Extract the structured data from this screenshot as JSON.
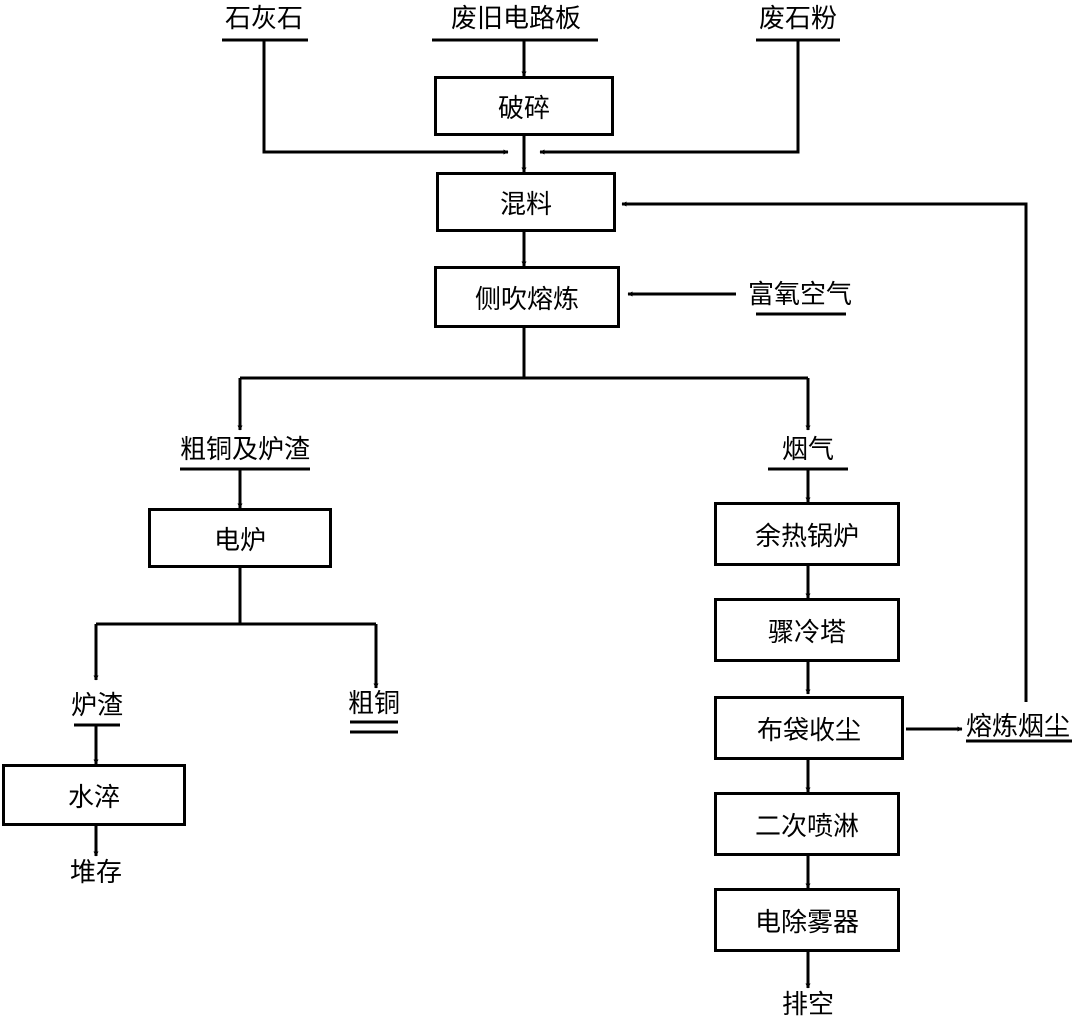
{
  "inputs": {
    "limestone": "石灰石",
    "waste_pcb": "废旧电路板",
    "waste_stone_powder": "废石粉",
    "oxygen_air": "富氧空气"
  },
  "process": {
    "crushing": "破碎",
    "mixing": "混料",
    "side_blow_smelting": "侧吹熔炼",
    "electric_furnace": "电炉",
    "water_quench": "水淬",
    "waste_heat_boiler": "余热锅炉",
    "quench_tower": "骤冷塔",
    "bag_dust": "布袋收尘",
    "secondary_spray": "二次喷淋",
    "electric_demister": "电除雾器"
  },
  "products": {
    "crude_copper_slag": "粗铜及炉渣",
    "flue_gas": "烟气",
    "slag": "炉渣",
    "crude_copper": "粗铜",
    "storage": "堆存",
    "smelting_dust": "熔炼烟尘",
    "exhaust": "排空"
  }
}
